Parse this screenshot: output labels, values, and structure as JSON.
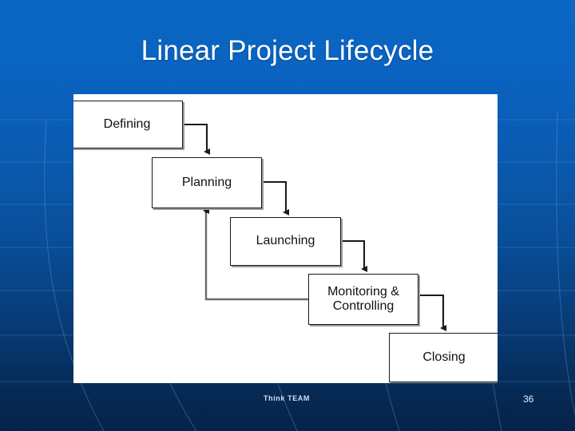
{
  "slide": {
    "title": "Linear Project Lifecycle",
    "footer_note": "Think TEAM",
    "page_number": "36",
    "colors": {
      "background_top": "#0a66c4",
      "background_bottom": "#05234a",
      "title_text": "#ffffff",
      "panel_background": "#ffffff",
      "node_border": "#1a1a1a",
      "node_shadow": "#9a9a9a",
      "node_text": "#111111",
      "connector": "#1a1a1a",
      "feedback_connector": "#6b6b6b"
    }
  },
  "diagram": {
    "type": "flowchart",
    "orientation": "cascading-staircase",
    "nodes": [
      {
        "id": "defining",
        "label": "Defining"
      },
      {
        "id": "planning",
        "label": "Planning"
      },
      {
        "id": "launching",
        "label": "Launching"
      },
      {
        "id": "monitoring",
        "label_line1": "Monitoring &",
        "label_line2": "Controlling"
      },
      {
        "id": "closing",
        "label": "Closing"
      }
    ],
    "connectors": [
      {
        "from": "defining",
        "to": "planning",
        "kind": "forward"
      },
      {
        "from": "planning",
        "to": "launching",
        "kind": "forward"
      },
      {
        "from": "launching",
        "to": "monitoring",
        "kind": "forward"
      },
      {
        "from": "monitoring",
        "to": "closing",
        "kind": "forward"
      },
      {
        "from": "monitoring",
        "to": "planning",
        "kind": "feedback"
      }
    ]
  }
}
